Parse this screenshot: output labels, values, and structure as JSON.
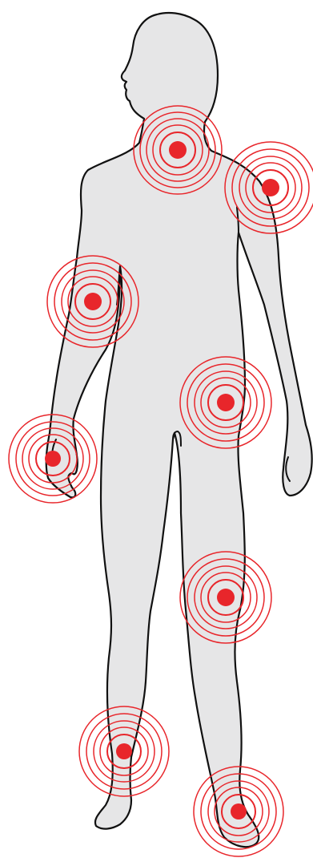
{
  "colors": {
    "background": "#ffffff",
    "body_fill": "#e6e6e7",
    "outline": "#111111",
    "marker": "#e8262b"
  },
  "pain_points": [
    {
      "name": "pain-point-neck"
    },
    {
      "name": "pain-point-left-shoulder"
    },
    {
      "name": "pain-point-right-elbow"
    },
    {
      "name": "pain-point-left-hip"
    },
    {
      "name": "pain-point-right-wrist"
    },
    {
      "name": "pain-point-left-knee"
    },
    {
      "name": "pain-point-right-ankle"
    },
    {
      "name": "pain-point-left-foot"
    }
  ]
}
